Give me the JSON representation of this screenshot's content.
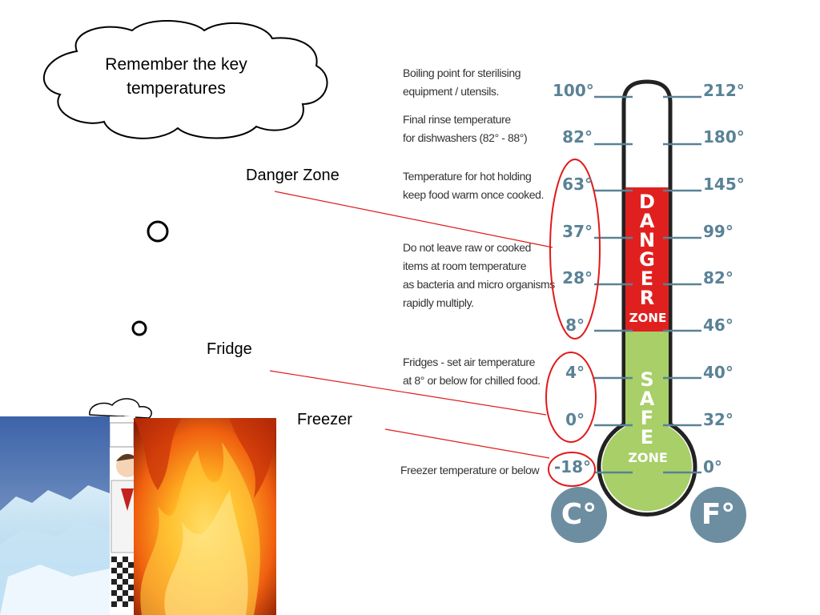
{
  "cloud": {
    "text": "Remember the key temperatures"
  },
  "labels": {
    "danger": "Danger Zone",
    "fridge": "Fridge",
    "freezer": "Freezer"
  },
  "descriptions": [
    {
      "line1": "Boiling point for sterilising",
      "line2": "equipment / utensils."
    },
    {
      "line1": "Final rinse temperature",
      "line2": "for dishwashers (82° - 88°)"
    },
    {
      "line1": "Temperature for hot holding",
      "line2": "keep food warm once cooked."
    },
    {
      "line1": "Do not leave raw or cooked",
      "line2": "items at room temperature",
      "line3": "as bacteria and micro organisms",
      "line4": "rapidly multiply."
    },
    {
      "line1": "Fridges - set air temperature",
      "line2": "at 8° or below for chilled food."
    },
    {
      "line1": "Freezer temperature or below"
    }
  ],
  "thermometer": {
    "celsius": [
      "100°",
      "82°",
      "63°",
      "37°",
      "28°",
      "8°",
      "4°",
      "0°",
      "-18°"
    ],
    "fahrenheit": [
      "212°",
      "180°",
      "145°",
      "99°",
      "82°",
      "46°",
      "40°",
      "32°",
      "0°"
    ],
    "danger_letters": [
      "D",
      "A",
      "N",
      "G",
      "E",
      "R"
    ],
    "danger_zone_word": "ZONE",
    "safe_letters": [
      "S",
      "A",
      "F",
      "E"
    ],
    "safe_zone_word": "ZONE",
    "celsius_badge": "C°",
    "fahrenheit_badge": "F°",
    "colors": {
      "danger": "#e0201f",
      "safe": "#a8cf68",
      "scale": "#5a8296",
      "badge": "#6c8ea0",
      "annotation": "#e01b1b"
    }
  }
}
